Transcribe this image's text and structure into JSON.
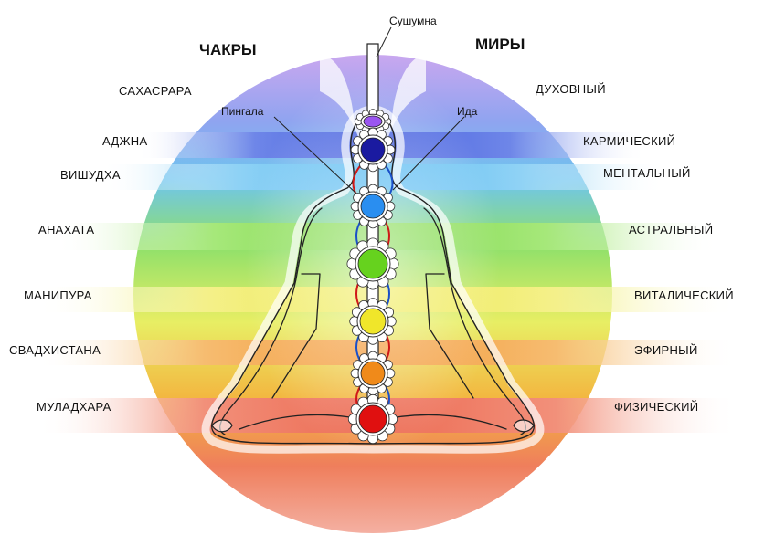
{
  "headers": {
    "chakras": "ЧАКРЫ",
    "worlds": "МИРЫ"
  },
  "nadis": {
    "sushumna": "Сушумна",
    "pingala": "Пингала",
    "ida": "Ида"
  },
  "chakras": [
    {
      "name": "САХАСРАРА",
      "color": "#9a55f0"
    },
    {
      "name": "АДЖНА",
      "color": "#1a1aa0"
    },
    {
      "name": "ВИШУДХА",
      "color": "#2a8ef0"
    },
    {
      "name": "АНАХАТА",
      "color": "#66d21e"
    },
    {
      "name": "МАНИПУРА",
      "color": "#f0e62a"
    },
    {
      "name": "СВАДХИСТАНА",
      "color": "#f08a1a"
    },
    {
      "name": "МУЛАДХАРА",
      "color": "#e01010"
    }
  ],
  "worlds": [
    {
      "name": "ДУХОВНЫЙ"
    },
    {
      "name": "КАРМИЧЕСКИЙ"
    },
    {
      "name": "МЕНТАЛЬНЫЙ"
    },
    {
      "name": "АСТРАЛЬНЫЙ"
    },
    {
      "name": "ВИТАЛИЧЕСКИЙ"
    },
    {
      "name": "ЭФИРНЫЙ"
    },
    {
      "name": "ФИЗИЧЕСКИЙ"
    }
  ]
}
